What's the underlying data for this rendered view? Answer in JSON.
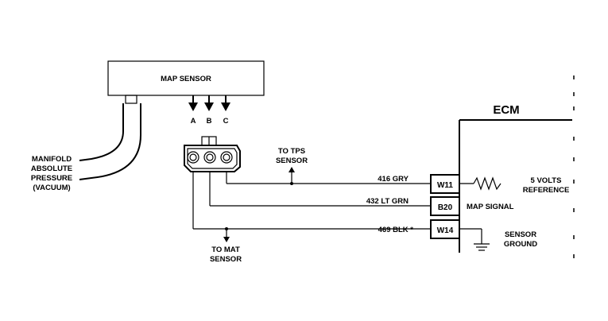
{
  "map_sensor": {
    "label": "MAP SENSOR",
    "pins": [
      "A",
      "B",
      "C"
    ]
  },
  "manifold": {
    "lines": [
      "MANIFOLD",
      "ABSOLUTE",
      "PRESSURE",
      "(VACUUM)"
    ]
  },
  "tps": {
    "lines": [
      "TO TPS",
      "SENSOR"
    ]
  },
  "mat": {
    "lines": [
      "TO MAT",
      "SENSOR"
    ]
  },
  "wires": [
    {
      "label": "416 GRY",
      "pin": "W11"
    },
    {
      "label": "432 LT GRN",
      "pin": "B20"
    },
    {
      "label": "469 BLK *",
      "pin": "W14"
    }
  ],
  "ecm": {
    "title": "ECM",
    "reference": [
      "5 VOLTS",
      "REFERENCE"
    ],
    "map_signal": "MAP SIGNAL",
    "ground": [
      "SENSOR",
      "GROUND"
    ]
  }
}
